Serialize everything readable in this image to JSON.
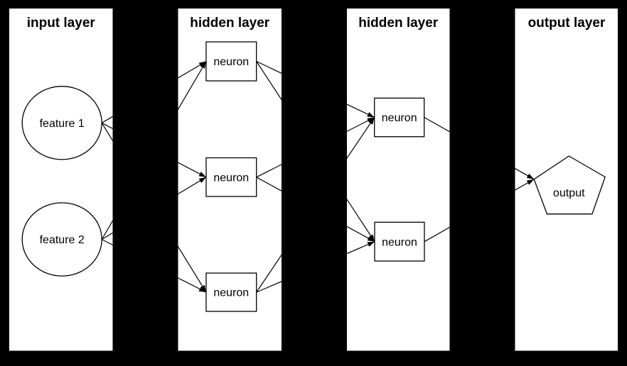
{
  "canvas": {
    "background_color": "#000000",
    "panel_color": "#ffffff",
    "line_color": "#000000",
    "text_color": "#000000"
  },
  "diagram": {
    "panels": [
      {
        "title": "input layer",
        "nodes": [
          {
            "id": "feature-1",
            "label": "feature 1",
            "shape": "circle"
          },
          {
            "id": "feature-2",
            "label": "feature 2",
            "shape": "circle"
          }
        ]
      },
      {
        "title": "hidden layer",
        "nodes": [
          {
            "id": "hidden1-neuron-1",
            "label": "neuron",
            "shape": "rectangle"
          },
          {
            "id": "hidden1-neuron-2",
            "label": "neuron",
            "shape": "rectangle"
          },
          {
            "id": "hidden1-neuron-3",
            "label": "neuron",
            "shape": "rectangle"
          }
        ]
      },
      {
        "title": "hidden layer",
        "nodes": [
          {
            "id": "hidden2-neuron-1",
            "label": "neuron",
            "shape": "rectangle"
          },
          {
            "id": "hidden2-neuron-2",
            "label": "neuron",
            "shape": "rectangle"
          }
        ]
      },
      {
        "title": "output layer",
        "nodes": [
          {
            "id": "output",
            "label": "output",
            "shape": "pentagon"
          }
        ]
      }
    ],
    "connections": [
      {
        "from": "feature-1",
        "to": "hidden1-neuron-1"
      },
      {
        "from": "feature-1",
        "to": "hidden1-neuron-2"
      },
      {
        "from": "feature-1",
        "to": "hidden1-neuron-3"
      },
      {
        "from": "feature-2",
        "to": "hidden1-neuron-1"
      },
      {
        "from": "feature-2",
        "to": "hidden1-neuron-2"
      },
      {
        "from": "feature-2",
        "to": "hidden1-neuron-3"
      },
      {
        "from": "hidden1-neuron-1",
        "to": "hidden2-neuron-1"
      },
      {
        "from": "hidden1-neuron-1",
        "to": "hidden2-neuron-2"
      },
      {
        "from": "hidden1-neuron-2",
        "to": "hidden2-neuron-1"
      },
      {
        "from": "hidden1-neuron-2",
        "to": "hidden2-neuron-2"
      },
      {
        "from": "hidden1-neuron-3",
        "to": "hidden2-neuron-1"
      },
      {
        "from": "hidden1-neuron-3",
        "to": "hidden2-neuron-2"
      },
      {
        "from": "hidden2-neuron-1",
        "to": "output"
      },
      {
        "from": "hidden2-neuron-2",
        "to": "output"
      }
    ]
  }
}
